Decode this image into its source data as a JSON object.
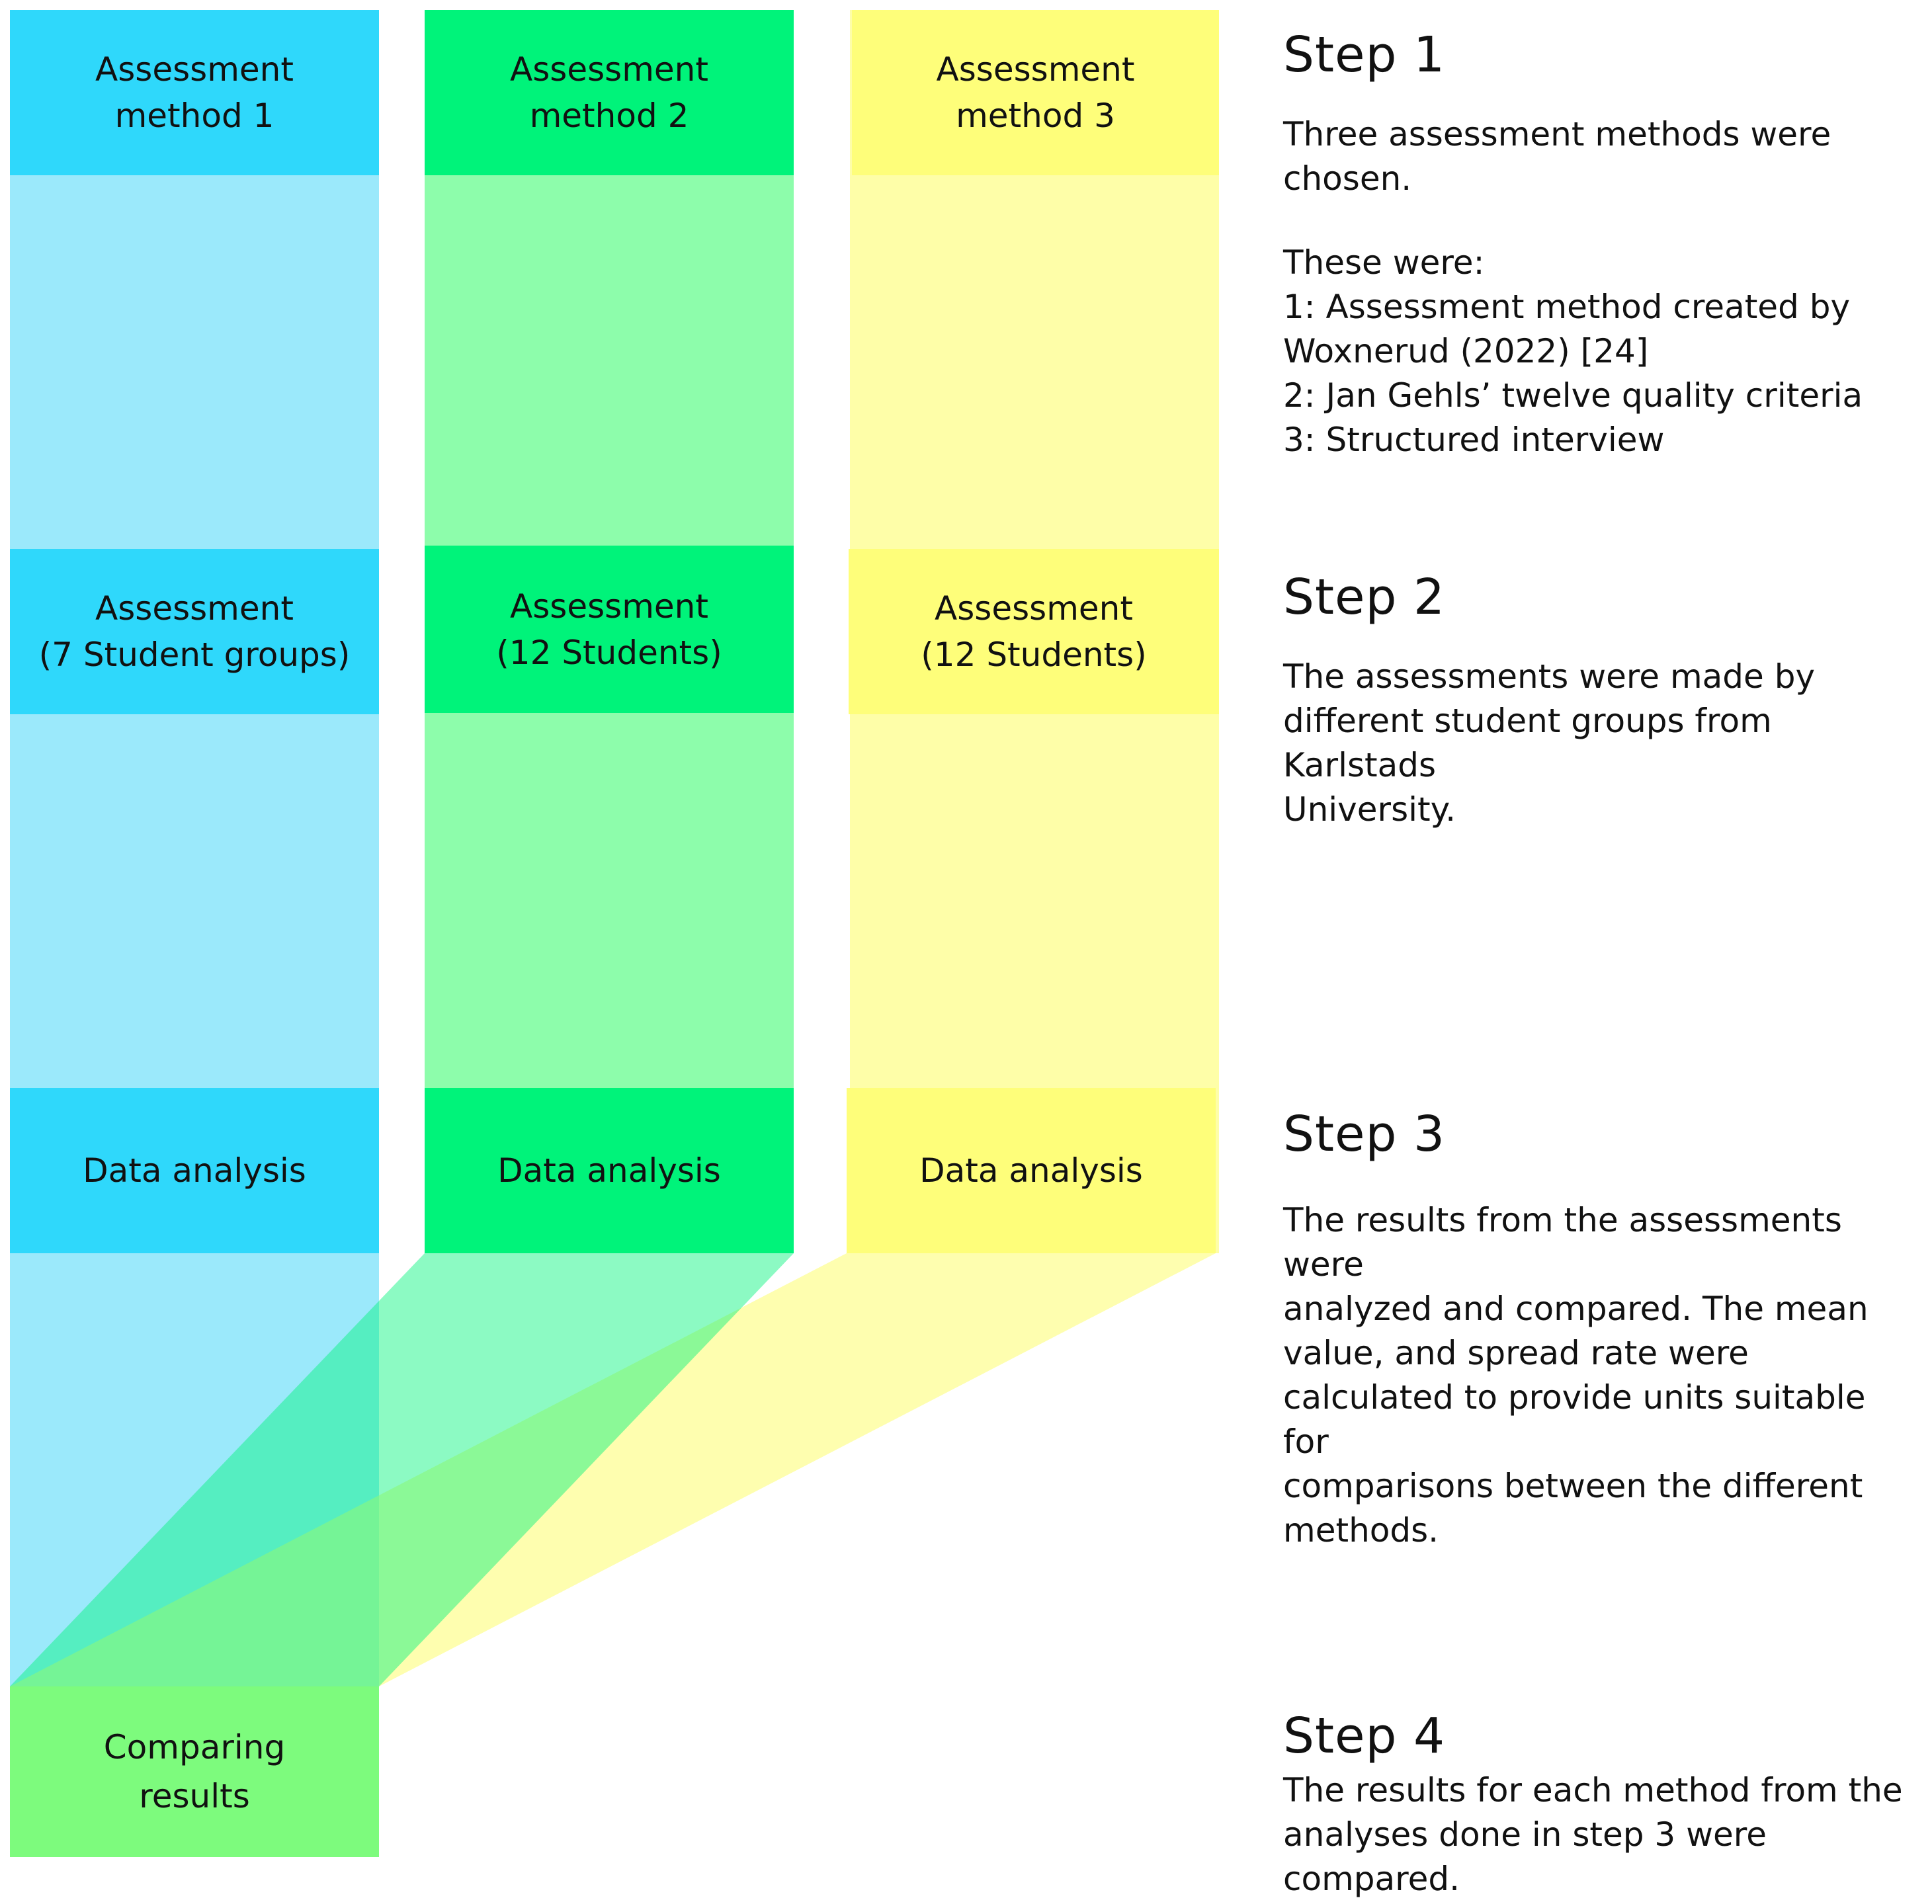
{
  "colors": {
    "col1_strong": "#2fd8fb",
    "col1_light": "#9be9fb",
    "col2_strong": "#00f37a",
    "col2_light": "#8dfdab",
    "col3_strong": "#fefe7a",
    "col3_light": "#fefea8",
    "result": "#7dfb7d"
  },
  "columns": [
    {
      "header": "Assessment\nmethod 1",
      "assessment": "Assessment\n(7 Student groups)",
      "analysis": "Data analysis"
    },
    {
      "header": "Assessment\nmethod 2",
      "assessment": "Assessment\n(12 Students)",
      "analysis": "Data analysis"
    },
    {
      "header": "Assessment\nmethod 3",
      "assessment": "Assessment\n(12 Students)",
      "analysis": "Data analysis"
    }
  ],
  "result_box": "Comparing\nresults",
  "steps": [
    {
      "title": "Step 1",
      "paragraphs": [
        "Three assessment methods were chosen.",
        "These were:\n1: Assessment method created by\nWoxnerud (2022) [24]\n2: Jan Gehls’ twelve quality criteria\n3: Structured interview"
      ]
    },
    {
      "title": "Step 2",
      "paragraphs": [
        "The assessments were made by\ndifferent student groups from Karlstads\nUniversity."
      ]
    },
    {
      "title": "Step 3",
      "paragraphs": [
        "The results from the assessments were\nanalyzed and compared. The mean\nvalue, and spread rate were\ncalculated to provide units suitable for\ncomparisons between the different\nmethods."
      ]
    },
    {
      "title": "Step 4",
      "paragraphs": [
        "The results for each method from the\nanalyses done in step 3 were\ncompared."
      ]
    }
  ]
}
